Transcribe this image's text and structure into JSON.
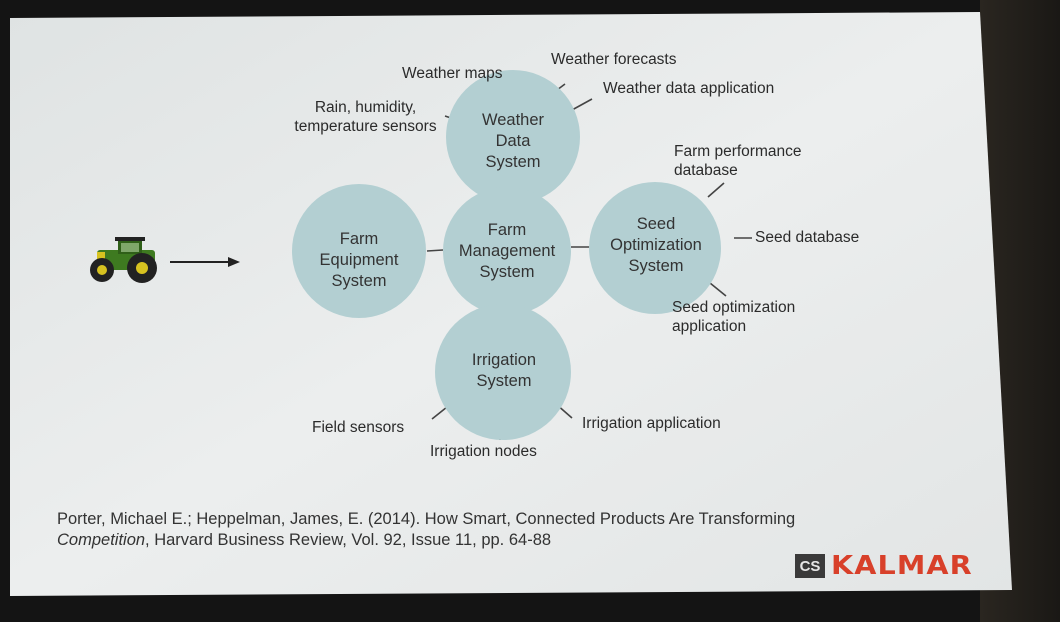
{
  "nodes": {
    "weather": [
      "Weather",
      "Data",
      "System"
    ],
    "farm_equipment": [
      "Farm",
      "Equipment",
      "System"
    ],
    "farm_management": [
      "Farm",
      "Management",
      "System"
    ],
    "seed": [
      "Seed",
      "Optimization",
      "System"
    ],
    "irrigation": [
      "Irrigation",
      "System"
    ]
  },
  "satellites": {
    "weather_maps": "Weather maps",
    "weather_forecasts": "Weather forecasts",
    "weather_data_application": "Weather data application",
    "sensors": [
      "Rain, humidity,",
      "temperature sensors"
    ],
    "farm_performance_database": [
      "Farm performance",
      "database"
    ],
    "seed_database": "Seed database",
    "seed_optimization_application": [
      "Seed optimization",
      "application"
    ],
    "field_sensors": "Field sensors",
    "irrigation_nodes": "Irrigation nodes",
    "irrigation_application": "Irrigation application"
  },
  "citation": {
    "line1": "Porter, Michael E.; Heppelman, James, E. (2014). How Smart, Connected Products Are Transforming",
    "line2_italic": "Competition",
    "line2_rest": ", Harvard Business Review, Vol. 92, Issue 11, pp. 64-88"
  },
  "logo": {
    "mark": "CS",
    "text": "KALMAR"
  },
  "colors": {
    "node_fill": "#b3cfd2",
    "slide_bg": "#e9ecec",
    "brand": "#d8402a"
  },
  "icons": {
    "tractor": "tractor-icon",
    "arrow": "right-arrow-icon"
  }
}
